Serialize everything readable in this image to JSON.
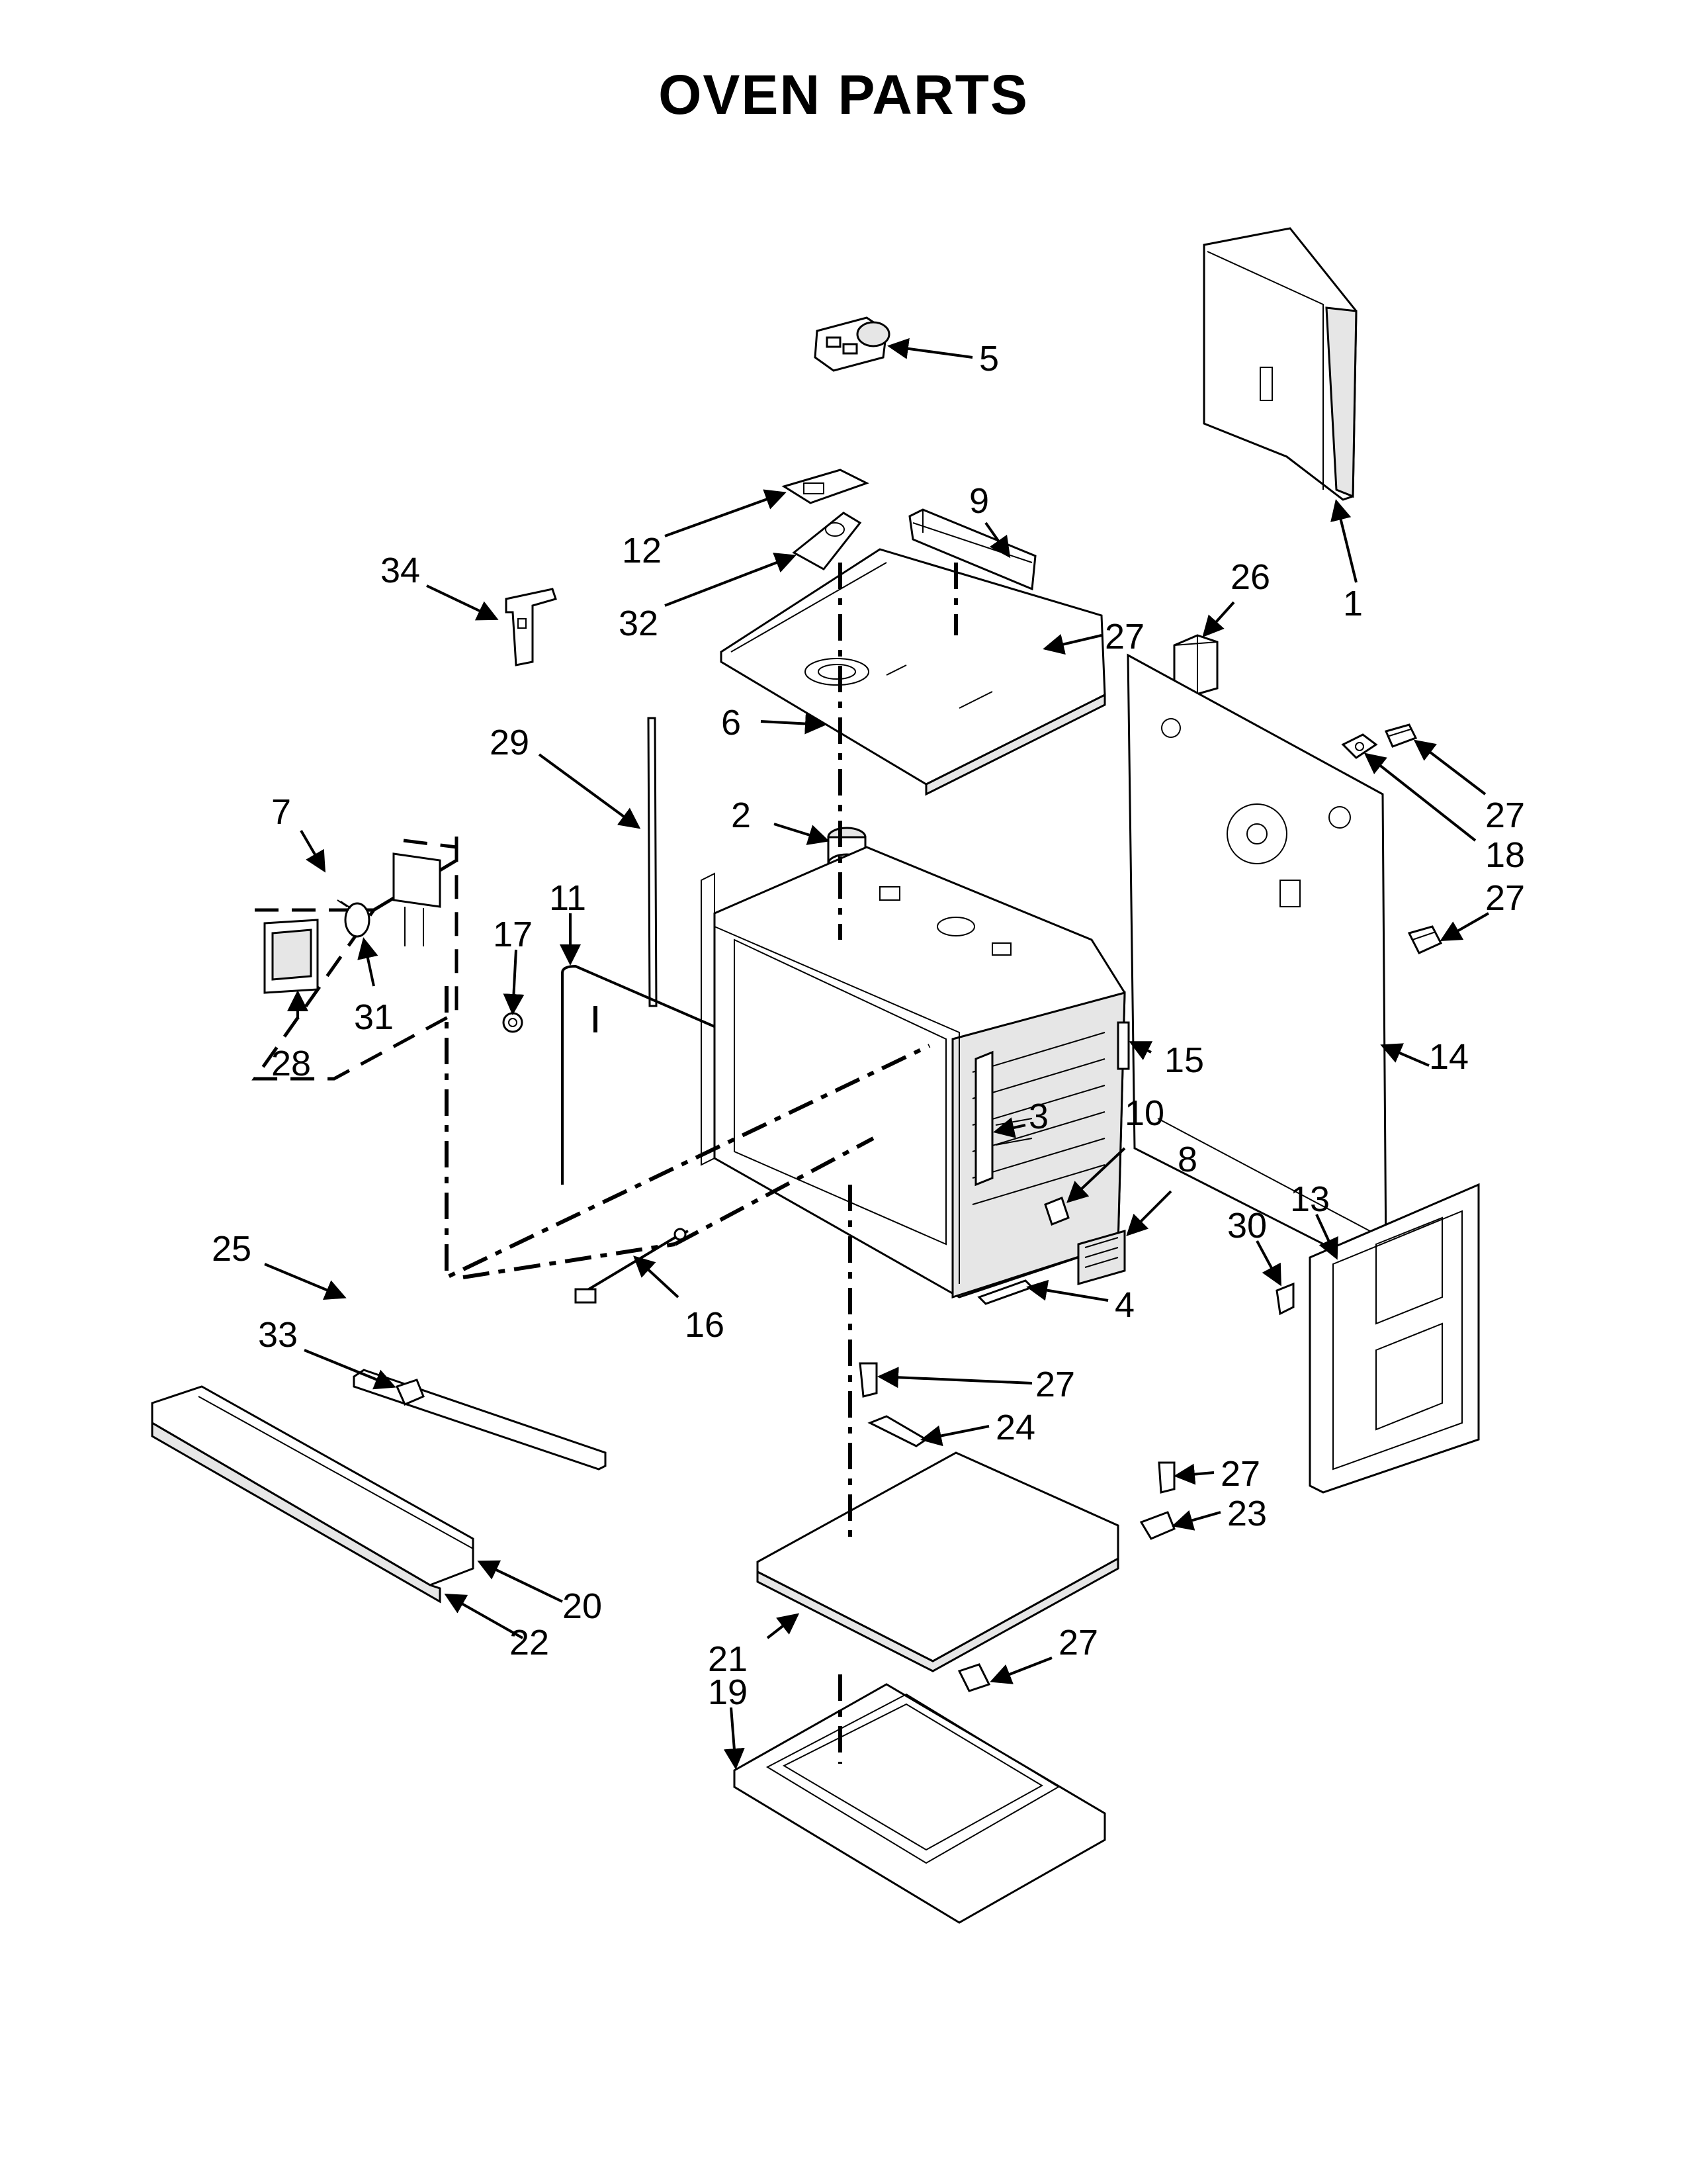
{
  "title": "OVEN PARTS",
  "callouts": {
    "c1": "1",
    "c2": "2",
    "c3": "3",
    "c4": "4",
    "c5": "5",
    "c6": "6",
    "c7": "7",
    "c8": "8",
    "c9": "9",
    "c10": "10",
    "c11": "11",
    "c12": "12",
    "c13": "13",
    "c14": "14",
    "c15": "15",
    "c16": "16",
    "c17": "17",
    "c18": "18",
    "c19": "19",
    "c20": "20",
    "c21": "21",
    "c22": "22",
    "c23": "23",
    "c24": "24",
    "c25": "25",
    "c26": "26",
    "c27": "27",
    "c28": "28",
    "c29": "29",
    "c30": "30",
    "c31": "31",
    "c32": "32",
    "c33": "33",
    "c34": "34"
  }
}
